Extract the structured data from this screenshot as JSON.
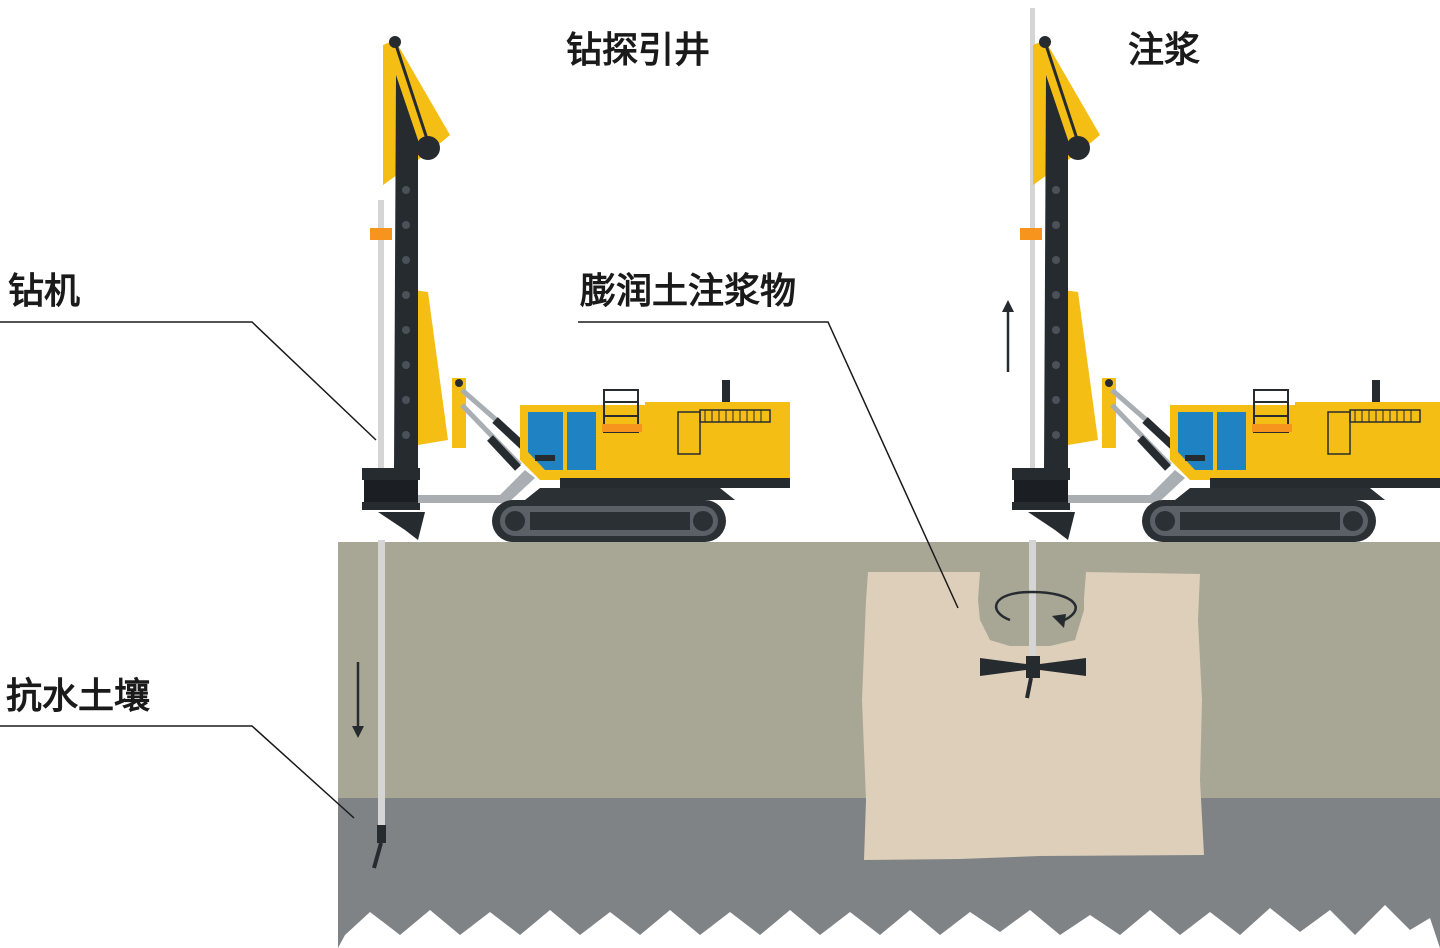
{
  "titles": {
    "left": "钻探引井",
    "right": "注浆"
  },
  "labels": {
    "drill_rig": "钻机",
    "bentonite_grout": "膨润土注浆物",
    "water_resistant_soil": "抗水土壤"
  },
  "colors": {
    "rig_yellow": "#F5BE14",
    "mast_black": "#262B30",
    "cab_glass": "#1F82C3",
    "accent_orange": "#F7941D",
    "track_dark": "#2B3034",
    "soil_upper": "#A8A695",
    "soil_lower": "#7F8386",
    "grout_fill": "#DDCFB9",
    "rod_grey": "#D5D5D5",
    "leader_line": "#1a1a1a"
  },
  "icons": {
    "down_arrow": "arrow-down-icon",
    "up_arrow": "arrow-up-icon",
    "rotation": "rotation-arrow-icon"
  }
}
